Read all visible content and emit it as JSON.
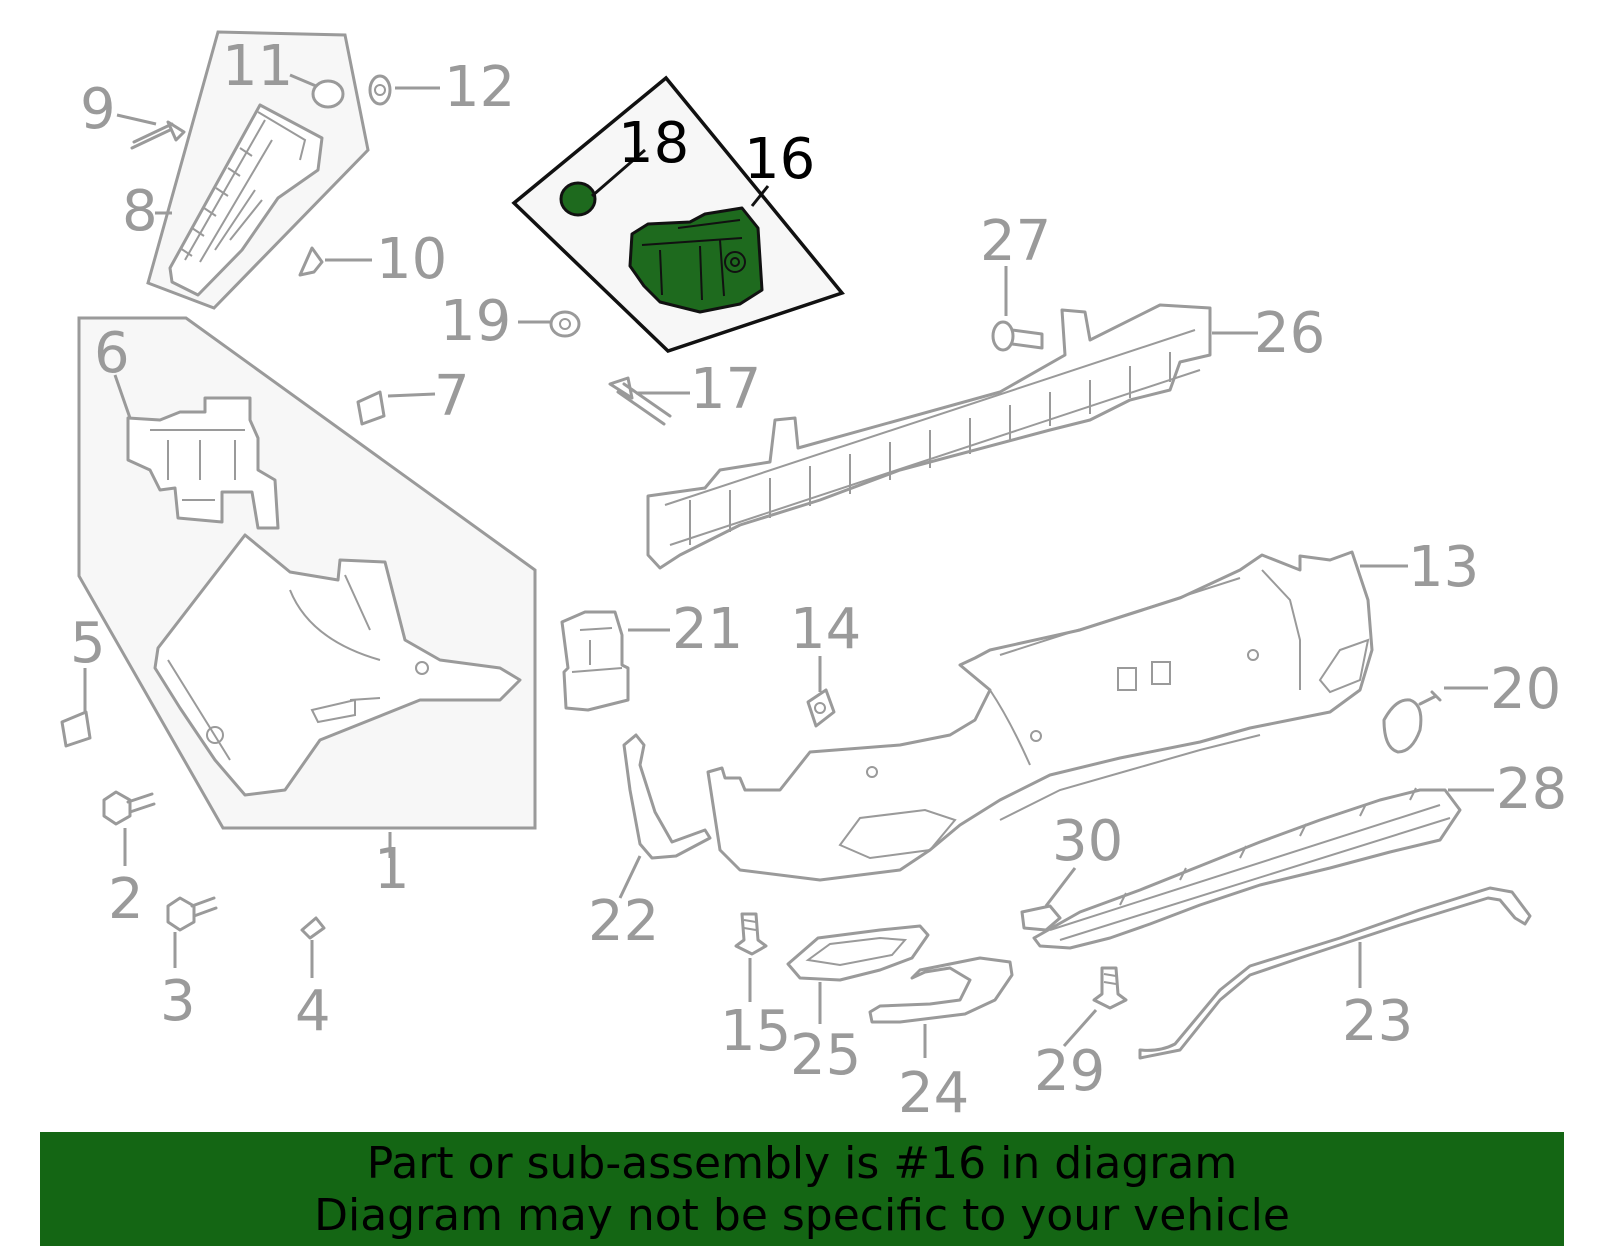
{
  "callouts": {
    "c1": "1",
    "c2": "2",
    "c3": "3",
    "c4": "4",
    "c5": "5",
    "c6": "6",
    "c7": "7",
    "c8": "8",
    "c9": "9",
    "c10": "10",
    "c11": "11",
    "c12": "12",
    "c13": "13",
    "c14": "14",
    "c15": "15",
    "c16": "16",
    "c17": "17",
    "c18": "18",
    "c19": "19",
    "c20": "20",
    "c21": "21",
    "c22": "22",
    "c23": "23",
    "c24": "24",
    "c25": "25",
    "c26": "26",
    "c27": "27",
    "c28": "28",
    "c29": "29",
    "c30": "30"
  },
  "highlighted_part": "16",
  "colors": {
    "highlight_fill": "#1e6a1e",
    "banner": "#146614",
    "line_gray": "#9a9a9a"
  },
  "banner": {
    "line1": "Part or sub-assembly is #16 in diagram",
    "line2": "Diagram may not be specific to your vehicle"
  }
}
